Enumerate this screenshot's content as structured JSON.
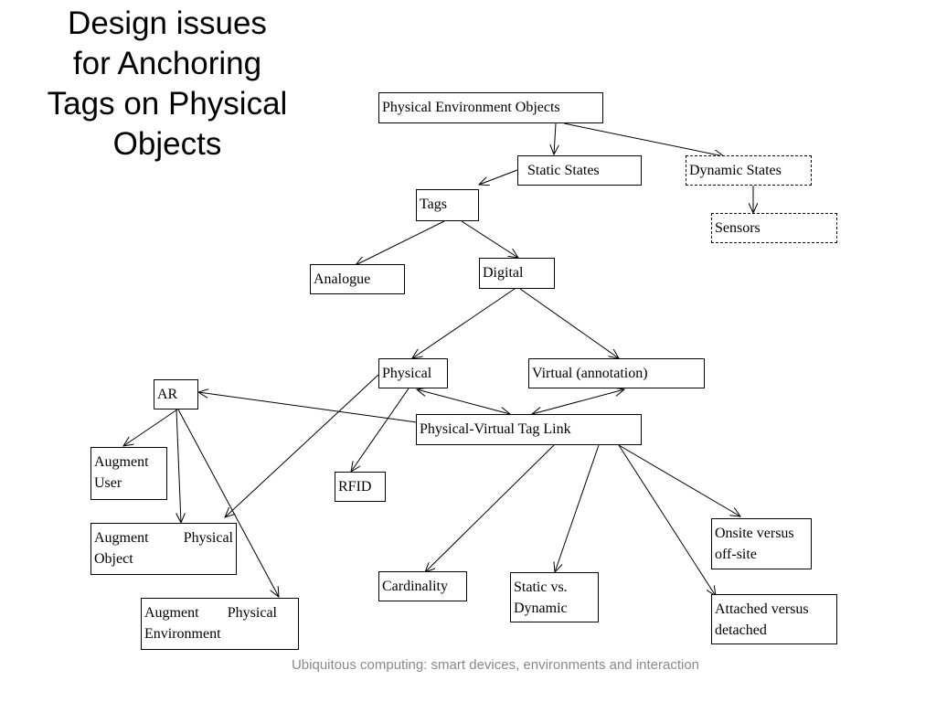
{
  "slide": {
    "title_lines": [
      "Design issues",
      "for Anchoring",
      "Tags on Physical",
      "Objects"
    ],
    "footer": "Ubiquitous computing: smart devices, environments and interaction"
  },
  "diagram": {
    "nodes": {
      "physical_environment_objects": [
        "Physical Environment Objects"
      ],
      "static_states": [
        "Static States"
      ],
      "dynamic_states": [
        "Dynamic States"
      ],
      "sensors": [
        "Sensors"
      ],
      "tags": [
        "Tags"
      ],
      "analogue": [
        "Analogue"
      ],
      "digital": [
        "Digital"
      ],
      "physical": [
        "Physical"
      ],
      "virtual_annotation": [
        "Virtual (annotation)"
      ],
      "ar": [
        "AR"
      ],
      "physical_virtual_tag_link": [
        "Physical-Virtual Tag Link"
      ],
      "augment_user": [
        "Augment",
        "User"
      ],
      "rfid": [
        "RFID"
      ],
      "augment_physical_object": [
        "Augment  Physical",
        "Object"
      ],
      "augment_physical_environment": [
        "Augment  Physical",
        "Environment"
      ],
      "cardinality": [
        "Cardinality"
      ],
      "static_vs_dynamic": [
        "Static vs.",
        "Dynamic"
      ],
      "onsite_versus_offsite": [
        "Onsite versus",
        "off-site"
      ],
      "attached_versus_detached": [
        "Attached versus",
        "detached"
      ]
    },
    "edges": [
      {
        "from": "physical_environment_objects",
        "to": "static_states"
      },
      {
        "from": "physical_environment_objects",
        "to": "dynamic_states"
      },
      {
        "from": "static_states",
        "to": "tags"
      },
      {
        "from": "dynamic_states",
        "to": "sensors"
      },
      {
        "from": "tags",
        "to": "analogue"
      },
      {
        "from": "tags",
        "to": "digital"
      },
      {
        "from": "digital",
        "to": "physical"
      },
      {
        "from": "digital",
        "to": "virtual_annotation"
      },
      {
        "from": "physical",
        "to": "physical_virtual_tag_link",
        "bidirectional": true
      },
      {
        "from": "virtual_annotation",
        "to": "physical_virtual_tag_link",
        "bidirectional": true
      },
      {
        "from": "physical_virtual_tag_link",
        "to": "ar"
      },
      {
        "from": "physical",
        "to": "rfid"
      },
      {
        "from": "physical",
        "to": "augment_physical_object"
      },
      {
        "from": "ar",
        "to": "augment_user"
      },
      {
        "from": "ar",
        "to": "augment_physical_object"
      },
      {
        "from": "ar",
        "to": "augment_physical_environment"
      },
      {
        "from": "physical_virtual_tag_link",
        "to": "cardinality"
      },
      {
        "from": "physical_virtual_tag_link",
        "to": "static_vs_dynamic"
      },
      {
        "from": "physical_virtual_tag_link",
        "to": "onsite_versus_offsite"
      },
      {
        "from": "physical_virtual_tag_link",
        "to": "attached_versus_detached"
      }
    ]
  }
}
